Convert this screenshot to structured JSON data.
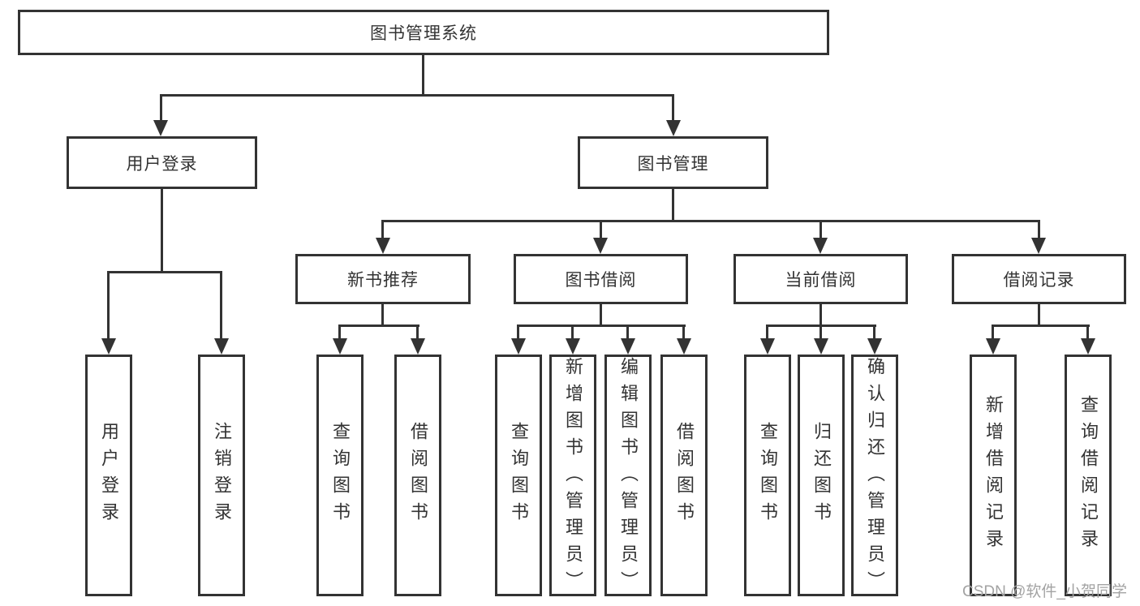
{
  "diagram": {
    "root": {
      "label": "图书管理系统"
    },
    "level2": [
      {
        "id": "user-login",
        "label": "用户登录"
      },
      {
        "id": "book-management",
        "label": "图书管理"
      }
    ],
    "level3": [
      {
        "id": "new-book-recommend",
        "label": "新书推荐",
        "parent": "book-management"
      },
      {
        "id": "book-borrow",
        "label": "图书借阅",
        "parent": "book-management"
      },
      {
        "id": "current-borrow",
        "label": "当前借阅",
        "parent": "book-management"
      },
      {
        "id": "borrow-records",
        "label": "借阅记录",
        "parent": "book-management"
      }
    ],
    "leaves": [
      {
        "group": "user-login",
        "label": "用户登录"
      },
      {
        "group": "user-login",
        "label": "注销登录"
      },
      {
        "group": "new-book-recommend",
        "label": "查询图书"
      },
      {
        "group": "new-book-recommend",
        "label": "借阅图书"
      },
      {
        "group": "book-borrow",
        "label": "查询图书"
      },
      {
        "group": "book-borrow",
        "label": "新增图书（管理员）"
      },
      {
        "group": "book-borrow",
        "label": "编辑图书（管理员）"
      },
      {
        "group": "book-borrow",
        "label": "借阅图书"
      },
      {
        "group": "current-borrow",
        "label": "查询图书"
      },
      {
        "group": "current-borrow",
        "label": "归还图书"
      },
      {
        "group": "current-borrow",
        "label": "确认归还（管理员）"
      },
      {
        "group": "borrow-records",
        "label": "新增借阅记录"
      },
      {
        "group": "borrow-records",
        "label": "查询借阅记录"
      }
    ],
    "watermark": "CSDN @软件_小贺同学",
    "colors": {
      "line": "#333333",
      "text": "#333333",
      "watermark": "#a3a3a3",
      "background": "#ffffff"
    }
  }
}
